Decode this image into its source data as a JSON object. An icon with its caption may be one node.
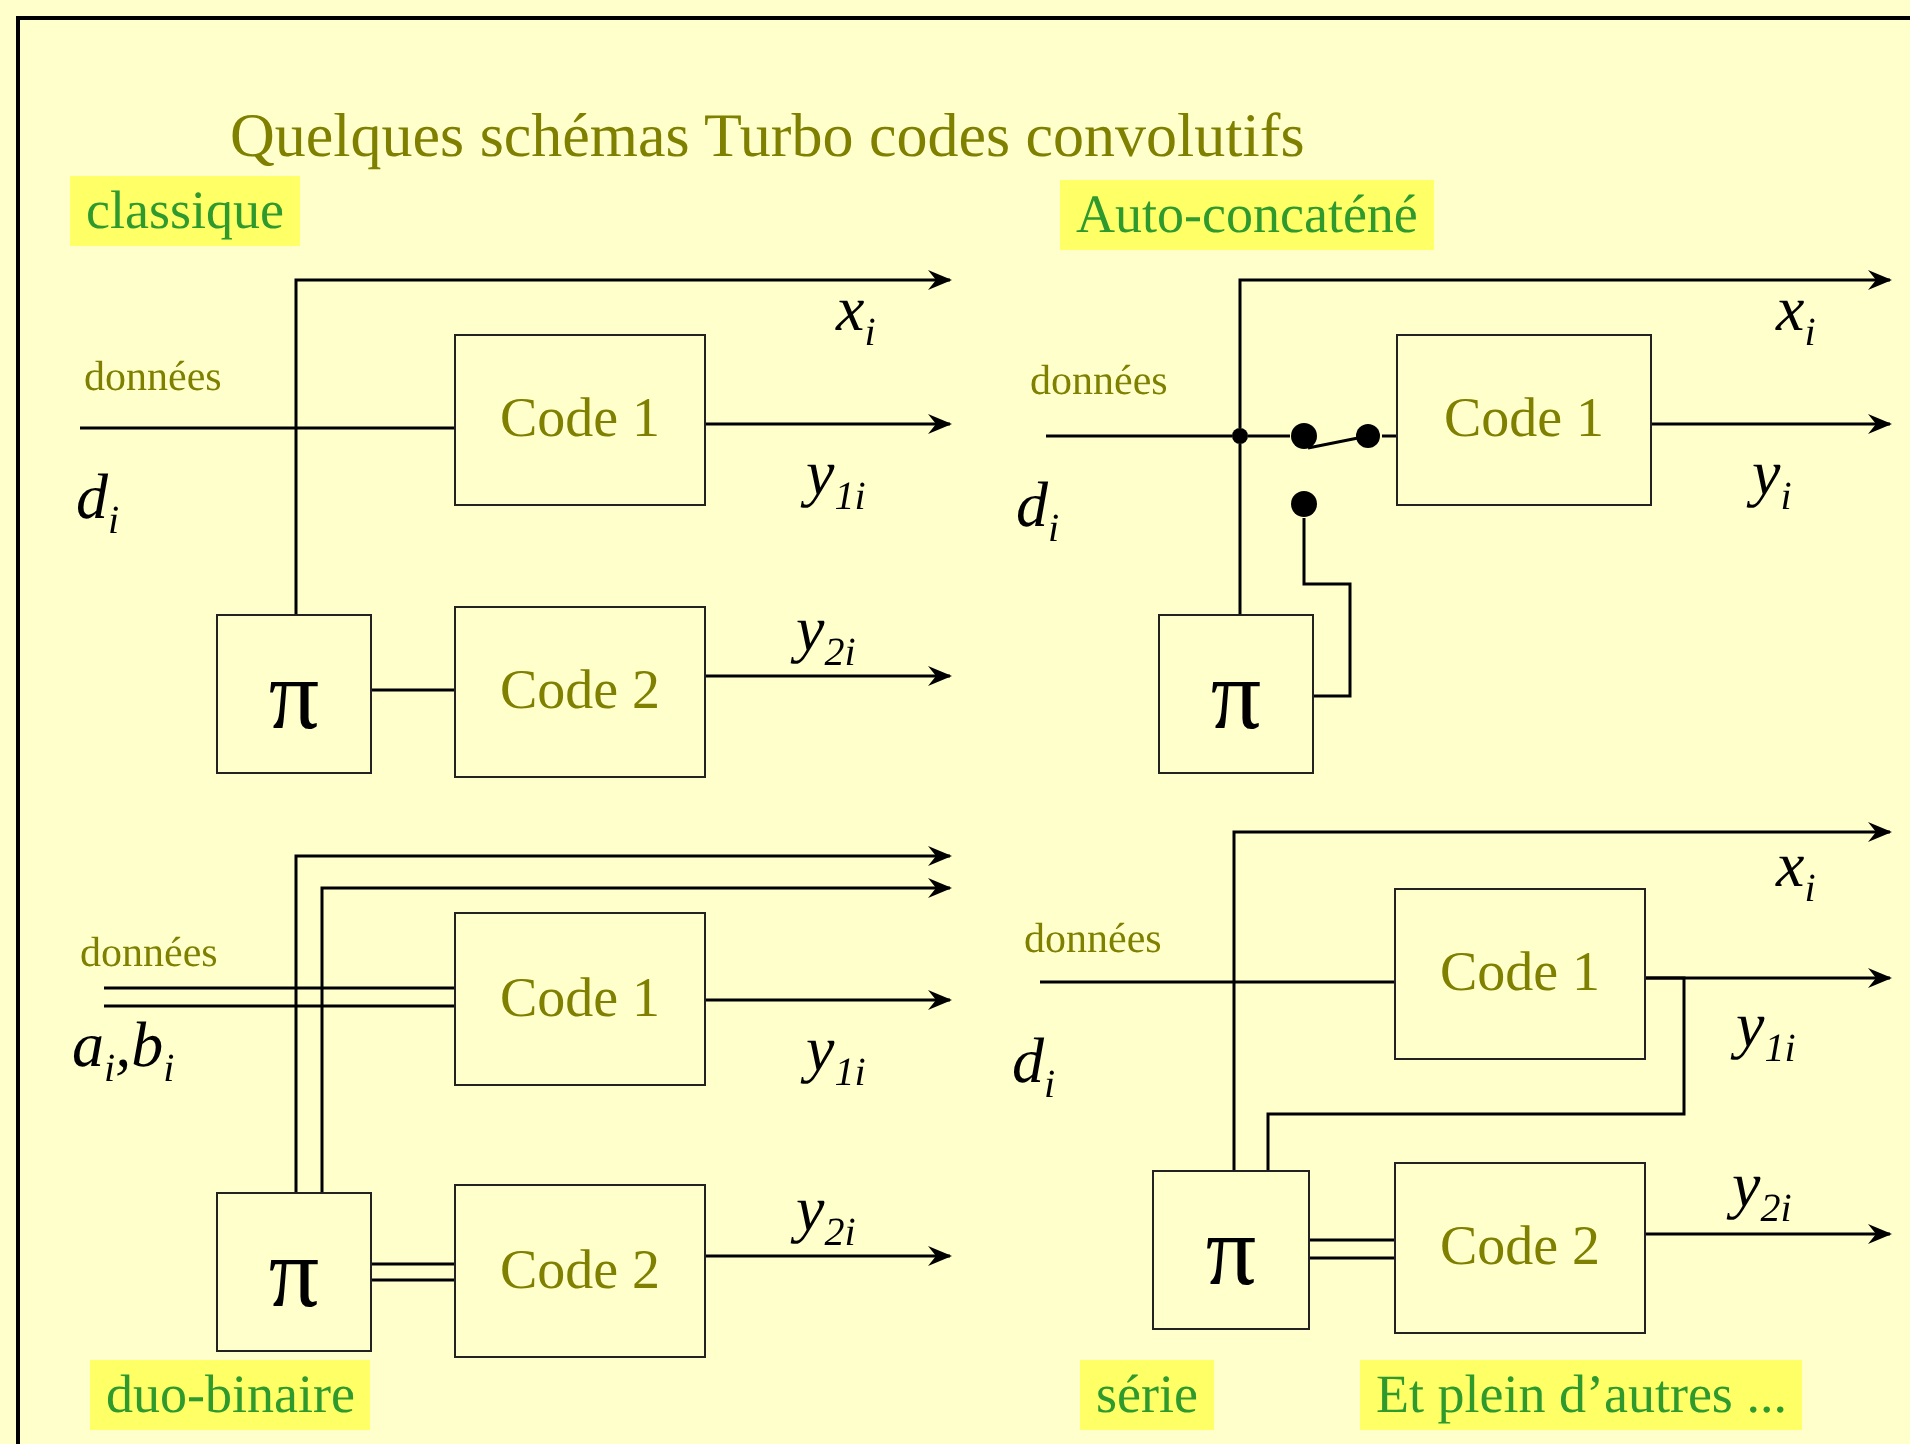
{
  "diagram": {
    "title": "Quelques schémas Turbo codes convolutifs",
    "nodes": [
      {
        "text": [
          "Code 1"
        ]
      },
      {
        "text": [
          "π"
        ]
      },
      {
        "text": [
          "Code 2"
        ]
      },
      {
        "text": [
          "Code 1"
        ]
      },
      {
        "text": [
          "π"
        ]
      },
      {
        "text": [],
        "shape": "switch"
      },
      {
        "text": [],
        "shape": "circle"
      },
      {
        "text": [
          "Code 1"
        ]
      },
      {
        "text": [
          "π"
        ]
      },
      {
        "text": [
          "Code 2"
        ]
      },
      {
        "text": [
          "Code 1"
        ]
      },
      {
        "text": [
          "π"
        ]
      },
      {
        "text": [
          "Code 2"
        ]
      }
    ],
    "edges": [
      {
        "from": null,
        "to": 0,
        "arrow": "none"
      },
      {
        "from": 1,
        "to": null,
        "arrow": "to"
      },
      {
        "from": 0,
        "to": null,
        "arrow": "to"
      },
      {
        "from": 1,
        "to": 2,
        "arrow": "none"
      },
      {
        "from": 2,
        "to": null,
        "arrow": "to"
      },
      {
        "from": null,
        "to": 6,
        "arrow": "none"
      },
      {
        "from": 6,
        "to": null,
        "arrow": "to"
      },
      {
        "from": 6,
        "to": 4,
        "arrow": "none"
      },
      {
        "from": 6,
        "to": 5,
        "arrow": "none"
      },
      {
        "from": 4,
        "to": 5,
        "arrow": "none"
      },
      {
        "from": 5,
        "to": 3,
        "arrow": "none"
      },
      {
        "from": 3,
        "to": null,
        "arrow": "to"
      },
      {
        "from": null,
        "to": 7,
        "arrow": "none"
      },
      {
        "from": 8,
        "to": null,
        "arrow": "to"
      },
      {
        "from": 8,
        "to": null,
        "arrow": "to"
      },
      {
        "from": 7,
        "to": null,
        "arrow": "to"
      },
      {
        "from": 8,
        "to": 9,
        "arrow": "none"
      },
      {
        "from": 9,
        "to": null,
        "arrow": "to"
      },
      {
        "from": null,
        "to": 10,
        "arrow": "none"
      },
      {
        "from": 11,
        "to": null,
        "arrow": "to"
      },
      {
        "from": 10,
        "to": null,
        "arrow": "to"
      },
      {
        "from": 10,
        "to": 11,
        "arrow": "none"
      },
      {
        "from": 11,
        "to": 12,
        "arrow": "none"
      },
      {
        "from": 12,
        "to": null,
        "arrow": "to"
      }
    ],
    "labels": [
      "classique",
      "données",
      "x$_{i}$",
      "d$_{i}$",
      "y$_{1i}$",
      "y$_{2i}$",
      "Auto-concaténé",
      "x$_{i}$",
      "données",
      "d$_{i}$",
      "y$_{i}$",
      "données",
      "a$_{i}$,b$_{i}$",
      "y$_{1i}$",
      "y$_{2i}$",
      "duo-binaire",
      "x$_{i}$",
      "données",
      "d$_{i}$",
      "y$_{1i}$",
      "y$_{2i}$",
      "série",
      "Et plein d’autres ..."
    ]
  }
}
